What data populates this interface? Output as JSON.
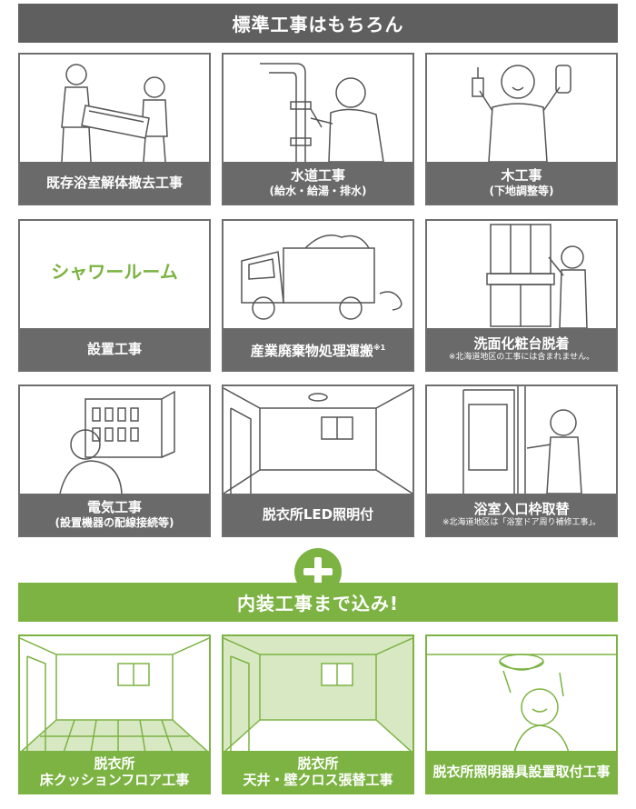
{
  "header": {
    "title": "標準工事はもちろん"
  },
  "standard_items": [
    {
      "line1": "既存浴室解体撤去工事",
      "line2": "",
      "note": "",
      "illustration": "workers-carrying-bathtub"
    },
    {
      "line1": "水道工事",
      "line2": "(給水・給湯・排水)",
      "note": "",
      "illustration": "plumber-with-wrench"
    },
    {
      "line1": "木工事",
      "line2": "(下地調整等)",
      "note": "",
      "illustration": "carpenter-with-tools"
    },
    {
      "line1": "設置工事",
      "line2": "",
      "note": "",
      "logo_text": "シャワールーム",
      "illustration": "shower-room-logo"
    },
    {
      "line1": "産業廃棄物処理運搬",
      "footnote_mark": "※1",
      "line2": "",
      "note": "",
      "illustration": "garbage-truck"
    },
    {
      "line1": "洗面化粧台脱着",
      "line2": "",
      "note": "※北海道地区の工事には含まれません。",
      "illustration": "vanity-worker"
    },
    {
      "line1": "電気工事",
      "line2": "(設置機器の配線接続等)",
      "note": "",
      "illustration": "electrician-panel"
    },
    {
      "line1": "脱衣所LED照明付",
      "line2": "",
      "note": "",
      "illustration": "room-ceiling-light"
    },
    {
      "line1": "浴室入口枠取替",
      "line2": "",
      "note": "※北海道地区は「浴室ドア周り補修工事」。",
      "illustration": "door-frame-worker"
    }
  ],
  "plus_sign": "+",
  "interior_banner": {
    "title": "内装工事まで込み!"
  },
  "interior_items": [
    {
      "line1": "脱衣所",
      "line2": "床クッションフロア工事",
      "illustration": "room-floor-highlight"
    },
    {
      "line1": "脱衣所",
      "line2": "天井・壁クロス張替工事",
      "illustration": "room-wall-highlight"
    },
    {
      "line1": "脱衣所照明器具設置取付工事",
      "line2": "",
      "illustration": "worker-installing-light"
    }
  ],
  "colors": {
    "gray": "#6a6a6a",
    "green": "#7cb342",
    "light_green": "#d7e8c3"
  }
}
